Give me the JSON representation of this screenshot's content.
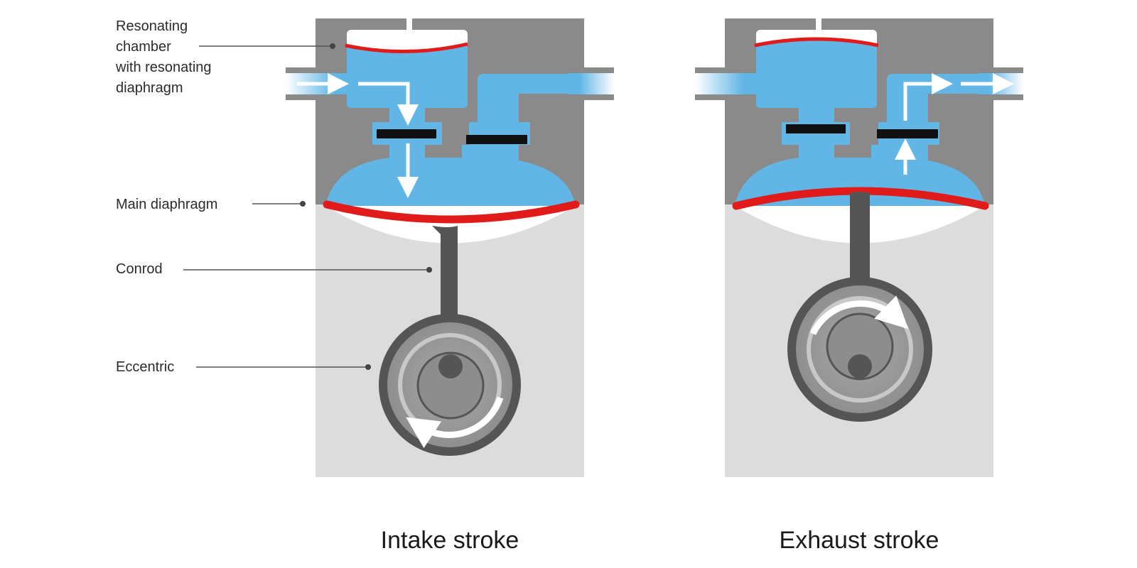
{
  "labels": {
    "resonating_line1": "Resonating",
    "resonating_line2": "chamber",
    "resonating_line3": "with resonating",
    "resonating_line4": "diaphragm",
    "main_diaphragm": "Main diaphragm",
    "conrod": "Conrod",
    "eccentric": "Eccentric"
  },
  "captions": {
    "intake": "Intake stroke",
    "exhaust": "Exhaust stroke"
  },
  "colors": {
    "body_dark": "#8a8a8a",
    "body_light": "#dcdcdc",
    "fluid": "#62b6e6",
    "diaphragm": "#e11a1a",
    "rod": "#555555",
    "valve": "#111111",
    "arrow": "#ffffff",
    "leader": "#555555"
  },
  "icons": {
    "flow_arrow": "white-arrow",
    "rotation_arrow": "curved-white-arrow"
  }
}
